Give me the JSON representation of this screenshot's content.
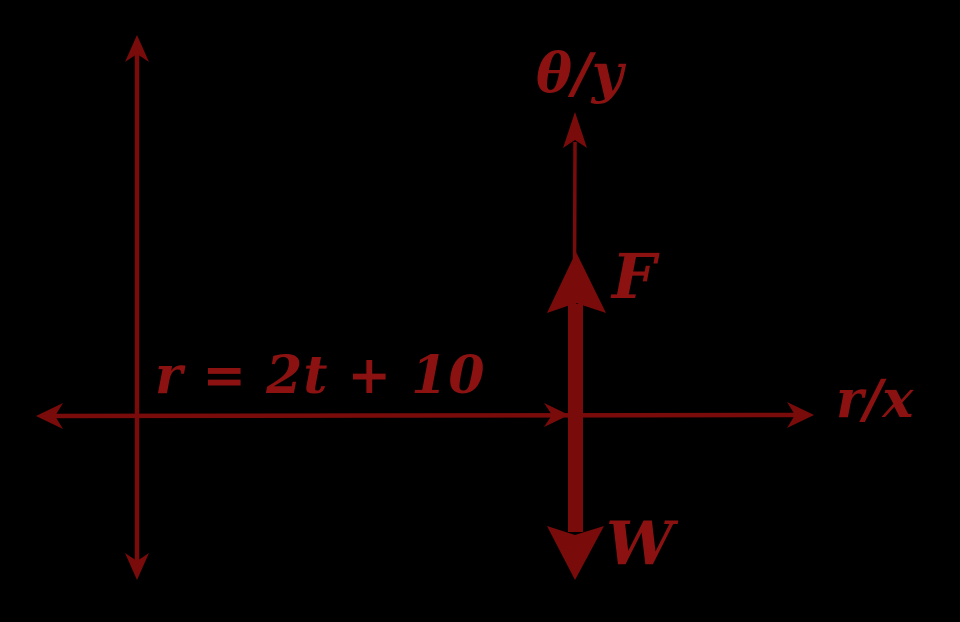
{
  "colors": {
    "background": "#000000",
    "ink": "#7a0b0b",
    "text": "#8c1212"
  },
  "labels": {
    "equation": "r = 2t + 10",
    "vertical_axis": "θ/y",
    "horizontal_axis": "r/x",
    "force_up": "F",
    "force_down": "W"
  }
}
